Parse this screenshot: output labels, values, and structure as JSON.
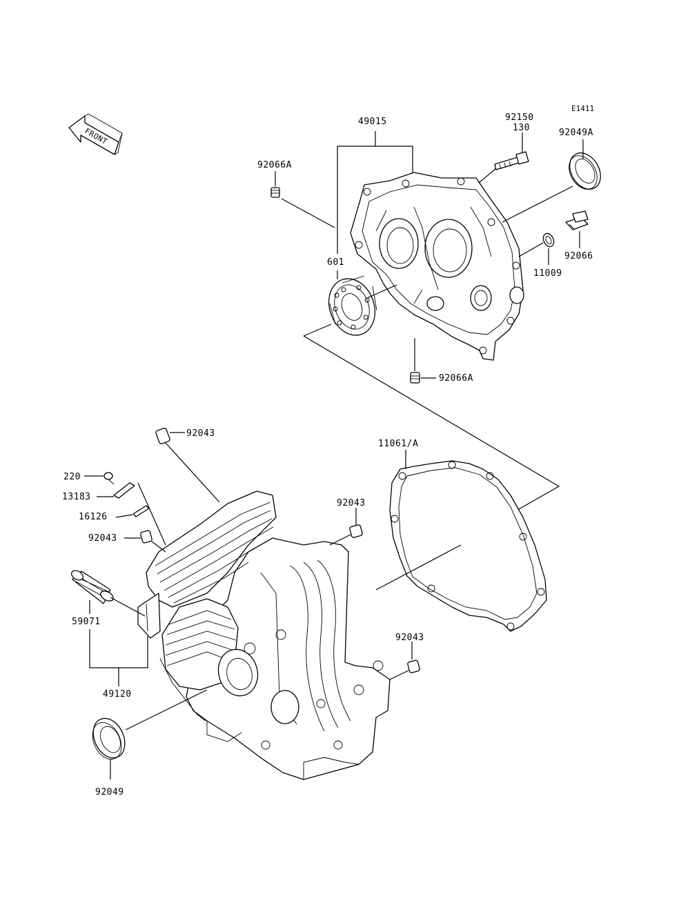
{
  "diagram_code": "E1411",
  "front_label": "FRONT",
  "labels": {
    "p49015": "49015",
    "p92150": "92150",
    "p130": "130",
    "p92049A": "92049A",
    "p92066A_top": "92066A",
    "p601": "601",
    "p92066": "92066",
    "p11009": "11009",
    "p92066A_bottom": "92066A",
    "p92043_top": "92043",
    "p11061A": "11061/A",
    "p220": "220",
    "p13183": "13183",
    "p16126": "16126",
    "p92043_left": "92043",
    "p92043_mid": "92043",
    "p59071": "59071",
    "p92043_right": "92043",
    "p49120": "49120",
    "p92049": "92049"
  }
}
